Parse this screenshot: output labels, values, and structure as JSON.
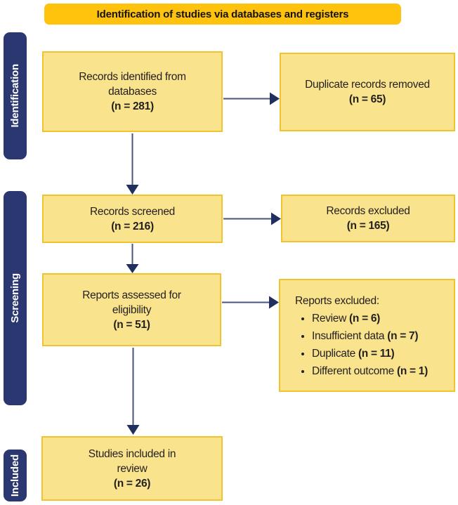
{
  "banner": {
    "title": "Identification of studies via databases and registers"
  },
  "sidebar": {
    "identification": "Identification",
    "screening": "Screening",
    "included": "Included"
  },
  "boxes": {
    "records_identified": {
      "lines": [
        "Records identified from",
        "databases"
      ],
      "count": "(n = 281)"
    },
    "duplicates_removed": {
      "lines": [
        "Duplicate records removed"
      ],
      "count": "(n = 65)"
    },
    "records_screened": {
      "lines": [
        "Records screened"
      ],
      "count": "(n = 216)"
    },
    "records_excluded": {
      "lines": [
        "Records excluded"
      ],
      "count": "(n = 165)"
    },
    "reports_assessed": {
      "lines": [
        "Reports assessed for",
        "eligibility"
      ],
      "count": "(n = 51)"
    },
    "reports_excluded": {
      "title": "Reports excluded:",
      "items": [
        {
          "label": "Review",
          "count": "(n = 6)"
        },
        {
          "label": "Insufficient data",
          "count": "(n = 7)"
        },
        {
          "label": "Duplicate",
          "count": "(n = 11)"
        },
        {
          "label": "Different outcome",
          "count": "(n = 1)"
        }
      ]
    },
    "studies_included": {
      "lines": [
        "Studies included in",
        "review"
      ],
      "count": "(n = 26)"
    }
  },
  "colors": {
    "banner_gold": "#FFC20D",
    "box_fill": "#FAE38D",
    "box_border": "#F0C330",
    "sidebar_navy": "#2A3770",
    "arrow_line": "#49557E",
    "arrow_head": "#1F2F5E",
    "text": "#221F1F"
  }
}
